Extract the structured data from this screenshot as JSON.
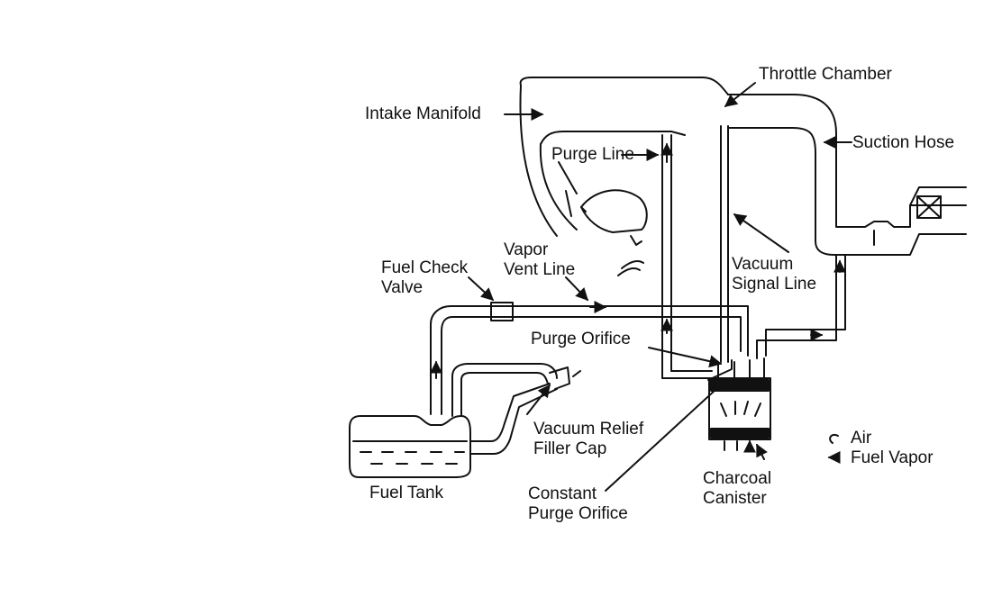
{
  "labels": {
    "throttle_chamber": "Throttle Chamber",
    "intake_manifold": "Intake Manifold",
    "suction_hose": "Suction Hose",
    "purge_line": "Purge Line",
    "vapor_vent_line_1": "Vapor",
    "vapor_vent_line_2": "Vent Line",
    "vacuum_signal_line_1": "Vacuum",
    "vacuum_signal_line_2": "Signal Line",
    "fuel_check_valve_1": "Fuel Check",
    "fuel_check_valve_2": "Valve",
    "purge_orifice": "Purge Orifice",
    "vacuum_relief_1": "Vacuum Relief",
    "vacuum_relief_2": "Filler Cap",
    "fuel_tank": "Fuel Tank",
    "constant_purge_1": "Constant",
    "constant_purge_2": "Purge Orifice",
    "charcoal_canister_1": "Charcoal",
    "charcoal_canister_2": "Canister"
  },
  "legend": {
    "air": "Air",
    "fuel_vapor": "Fuel Vapor",
    "air_icon": "hollow-arrow-icon",
    "fuel_vapor_icon": "solid-arrow-icon"
  },
  "colors": {
    "ink": "#111111",
    "paper": "#ffffff"
  }
}
